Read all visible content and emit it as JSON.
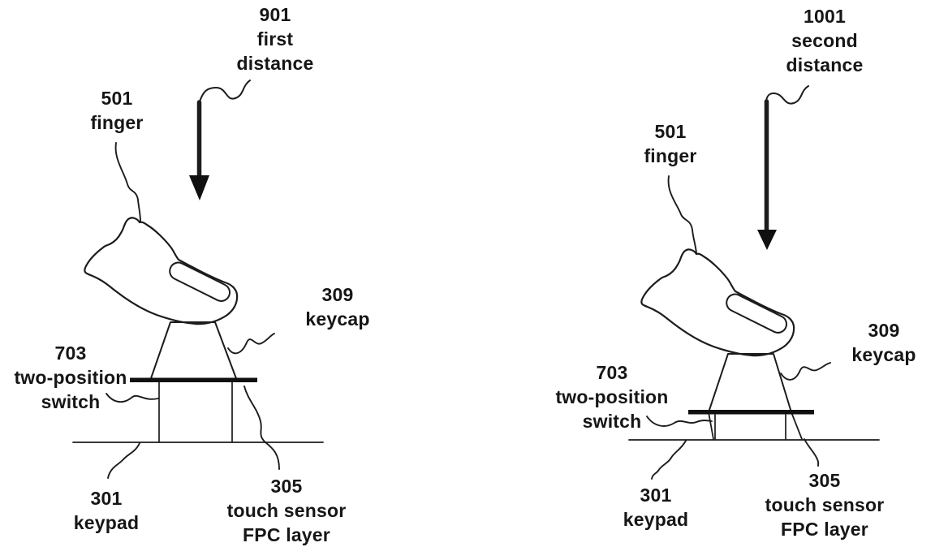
{
  "figure": {
    "left_view": {
      "distance": {
        "ref": "901",
        "label_l1": "first",
        "label_l2": "distance"
      },
      "finger": {
        "ref": "501",
        "label": "finger"
      },
      "keycap": {
        "ref": "309",
        "label": "keycap"
      },
      "switch": {
        "ref": "703",
        "label_l1": "two-position",
        "label_l2": "switch"
      },
      "keypad": {
        "ref": "301",
        "label": "keypad"
      },
      "sensor": {
        "ref": "305",
        "label_l1": "touch sensor",
        "label_l2": "FPC layer"
      }
    },
    "right_view": {
      "distance": {
        "ref": "1001",
        "label_l1": "second",
        "label_l2": "distance"
      },
      "finger": {
        "ref": "501",
        "label": "finger"
      },
      "keycap": {
        "ref": "309",
        "label": "keycap"
      },
      "switch": {
        "ref": "703",
        "label_l1": "two-position",
        "label_l2": "switch"
      },
      "keypad": {
        "ref": "301",
        "label": "keypad"
      },
      "sensor": {
        "ref": "305",
        "label_l1": "touch sensor",
        "label_l2": "FPC layer"
      }
    }
  }
}
